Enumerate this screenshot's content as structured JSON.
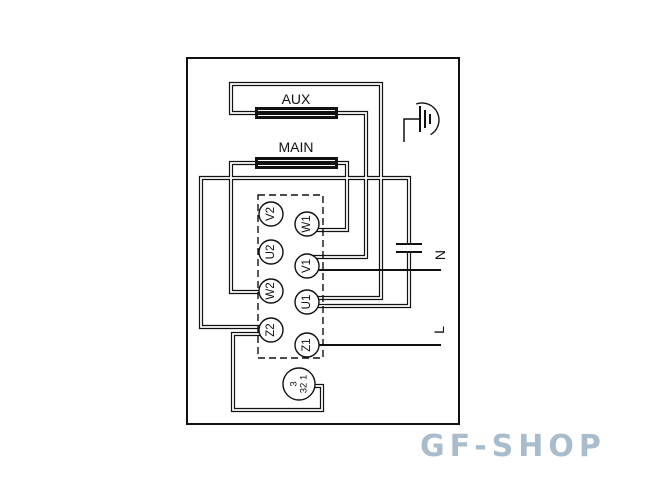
{
  "diagram": {
    "aux_label": "AUX",
    "main_label": "MAIN",
    "terminals": [
      {
        "label": "V2"
      },
      {
        "label": "W1"
      },
      {
        "label": "U2"
      },
      {
        "label": "V1"
      },
      {
        "label": "W2"
      },
      {
        "label": "U1"
      },
      {
        "label": "Z2"
      },
      {
        "label": "Z1"
      }
    ],
    "neutral_label": "N",
    "line_label": "L",
    "thermal_switch": {
      "line1": "3",
      "line2": "32 1"
    }
  },
  "watermark": "GF-SHOP"
}
